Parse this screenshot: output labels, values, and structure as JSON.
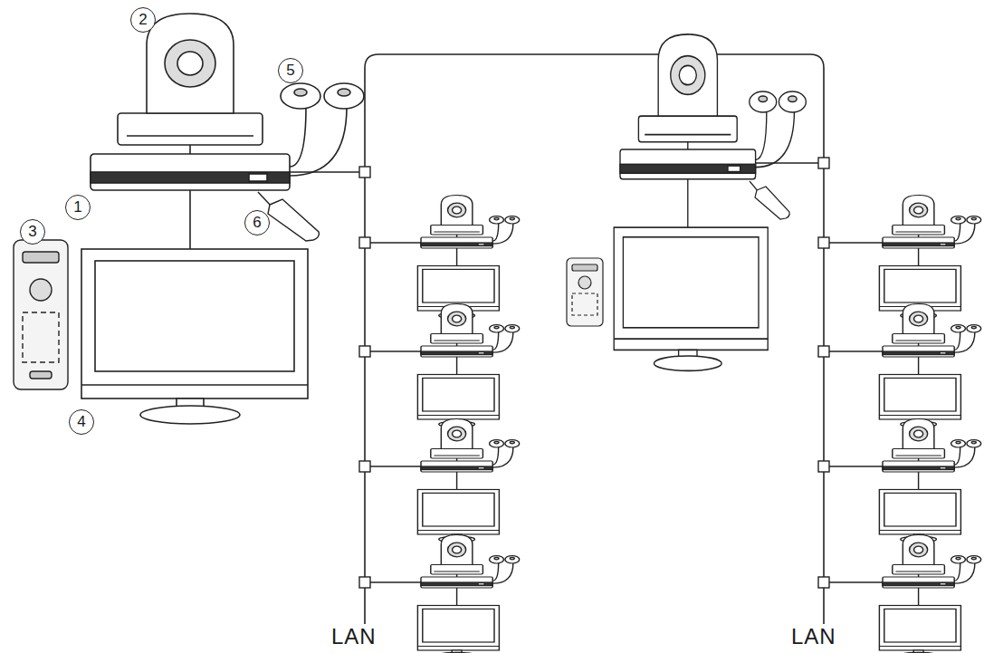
{
  "diagram": {
    "labels": [
      "2",
      "5",
      "1",
      "3",
      "6",
      "4",
      "LAN",
      "LAN"
    ]
  }
}
